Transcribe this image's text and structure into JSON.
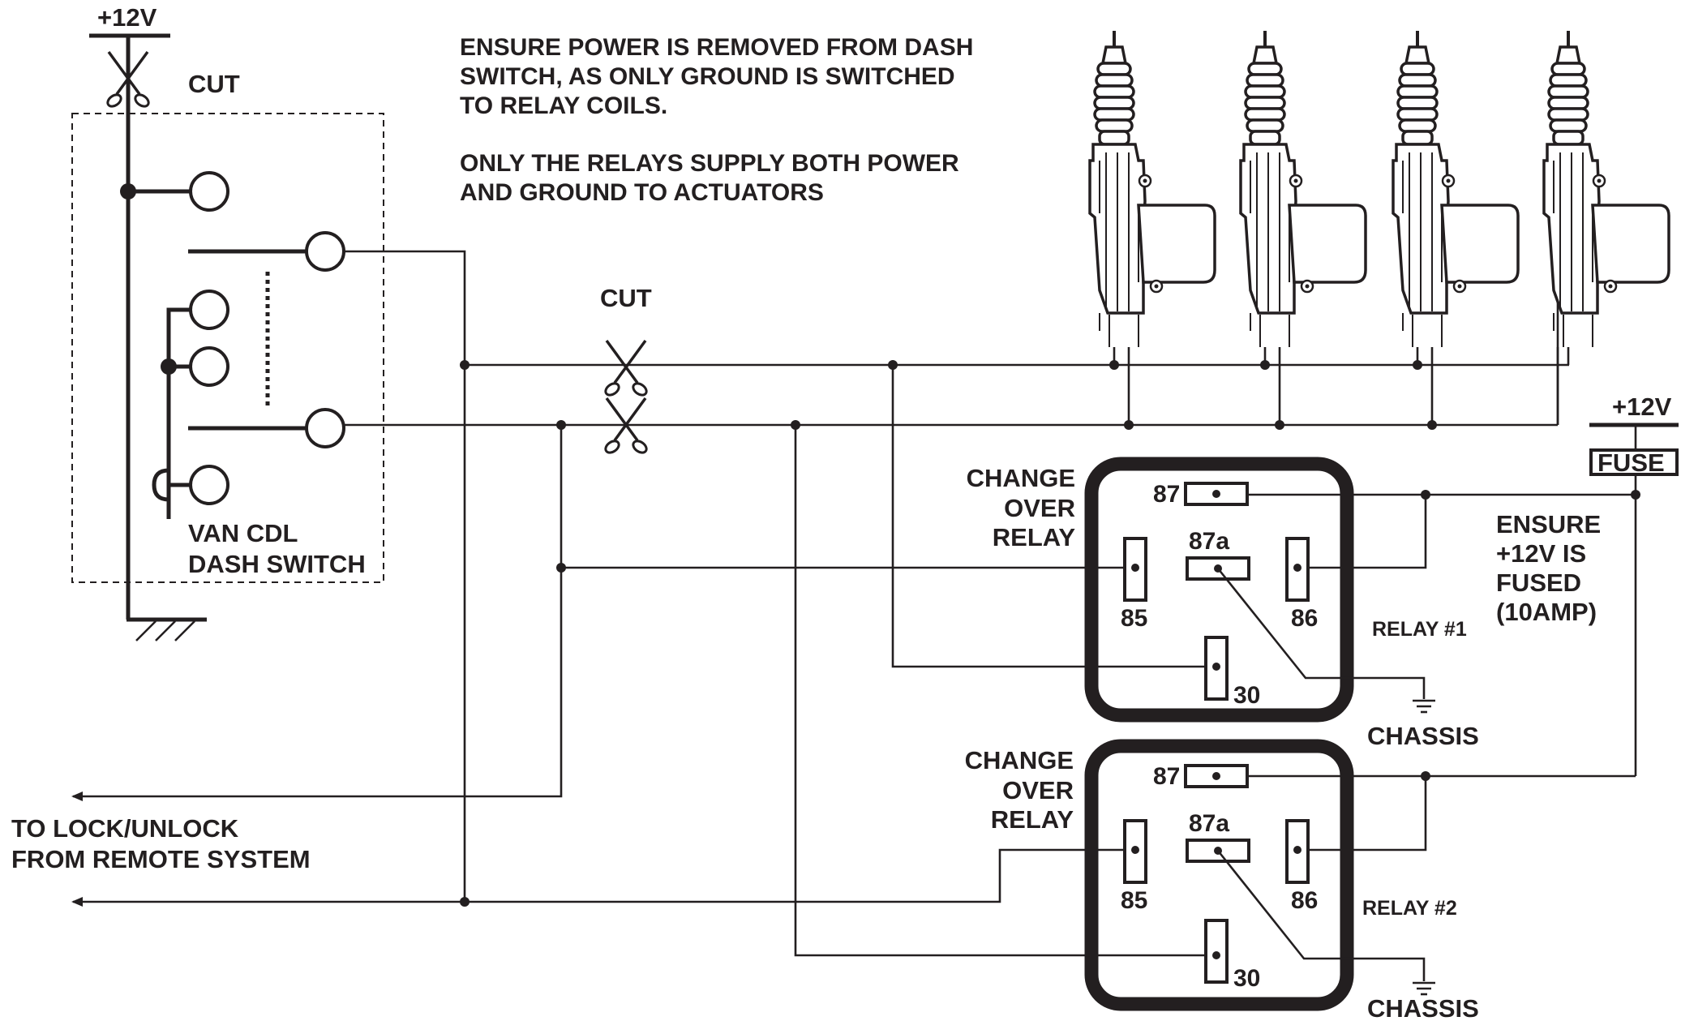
{
  "top_supply": {
    "label": "+12V"
  },
  "cut_top": {
    "label": "CUT"
  },
  "cut_mid": {
    "label": "CUT"
  },
  "notes": {
    "power_line1": "ENSURE POWER IS REMOVED FROM DASH",
    "power_line2": "SWITCH, AS ONLY GROUND IS SWITCHED",
    "power_line3": "TO RELAY COILS.",
    "relays_line1": "ONLY THE RELAYS SUPPLY BOTH POWER",
    "relays_line2": "AND GROUND TO ACTUATORS"
  },
  "dash_switch": {
    "line1": "VAN CDL",
    "line2": "DASH SWITCH"
  },
  "remote": {
    "line1": "TO LOCK/UNLOCK",
    "line2": "FROM REMOTE SYSTEM"
  },
  "fused_supply": {
    "label": "+12V",
    "fuse": "FUSE"
  },
  "fuse_note": {
    "line1": "ENSURE",
    "line2": "+12V IS",
    "line3": "FUSED",
    "line4": "(10AMP)"
  },
  "relay1": {
    "title1": "CHANGE",
    "title2": "OVER",
    "title3": "RELAY",
    "name": "RELAY #1",
    "pins": {
      "p87": "87",
      "p87a": "87a",
      "p85": "85",
      "p86": "86",
      "p30": "30"
    },
    "ground": "CHASSIS"
  },
  "relay2": {
    "title1": "CHANGE",
    "title2": "OVER",
    "title3": "RELAY",
    "name": "RELAY #2",
    "pins": {
      "p87": "87",
      "p87a": "87a",
      "p85": "85",
      "p86": "86",
      "p30": "30"
    },
    "ground": "CHASSIS"
  }
}
